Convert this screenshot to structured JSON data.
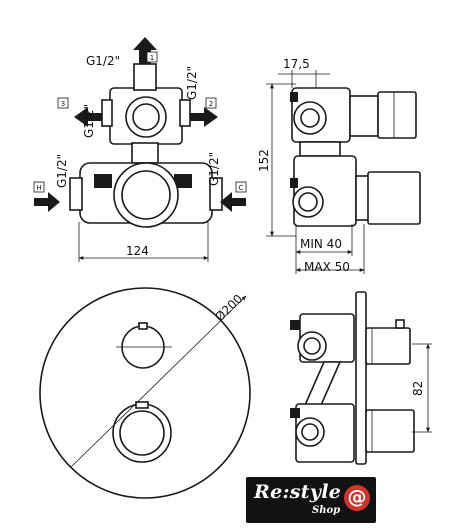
{
  "labels": {
    "port_top": "G1/2\"",
    "port_left_upper": "G1/2\"",
    "port_right_upper": "G1/2\"",
    "port_left_lower": "G1/2\"",
    "port_right_lower": "G1/2\"",
    "width": "124",
    "depth_top": "17,5",
    "height": "152",
    "min_depth": "MIN 40",
    "max_depth": "MAX 50",
    "diameter": "Ø200",
    "spacing": "82"
  },
  "outlets": {
    "top": "1",
    "right": "2",
    "left": "3",
    "hot": "H",
    "cold": "C"
  },
  "logo": {
    "brand": "Re:style",
    "shop": "Shop",
    "at": "@"
  }
}
